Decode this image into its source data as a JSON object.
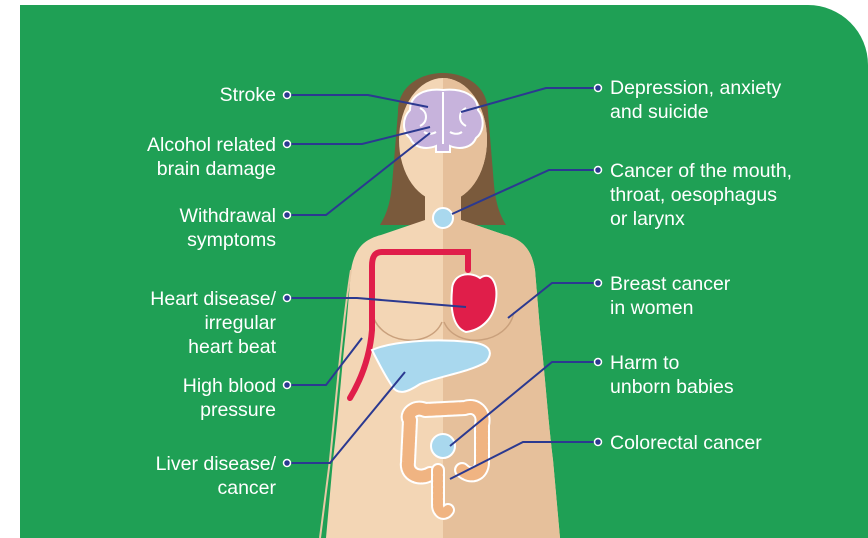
{
  "labels_left": {
    "stroke": "Stroke",
    "alcohol_brain_damage": "Alcohol related\nbrain damage",
    "withdrawal": "Withdrawal\nsymptoms",
    "heart_disease": "Heart disease/\nirregular\nheart beat",
    "high_blood_pressure": "High blood\npressure",
    "liver_disease": "Liver disease/\ncancer"
  },
  "labels_right": {
    "depression": "Depression, anxiety\nand suicide",
    "mouth_cancer": "Cancer of the mouth,\nthroat, oesophagus\nor larynx",
    "breast_cancer": "Breast cancer\nin women",
    "unborn_babies": "Harm to\nunborn babies",
    "colorectal_cancer": "Colorectal cancer"
  },
  "colors": {
    "background": "#1fa055",
    "skin_light": "#f3d6b5",
    "skin_dark": "#e6c09b",
    "hair": "#7a5a3c",
    "brain": "#c7b3dc",
    "heart": "#e01e4a",
    "liver": "#a9d8ee",
    "intestine": "#f0b482",
    "leader": "#2b3990",
    "text": "#ffffff"
  }
}
